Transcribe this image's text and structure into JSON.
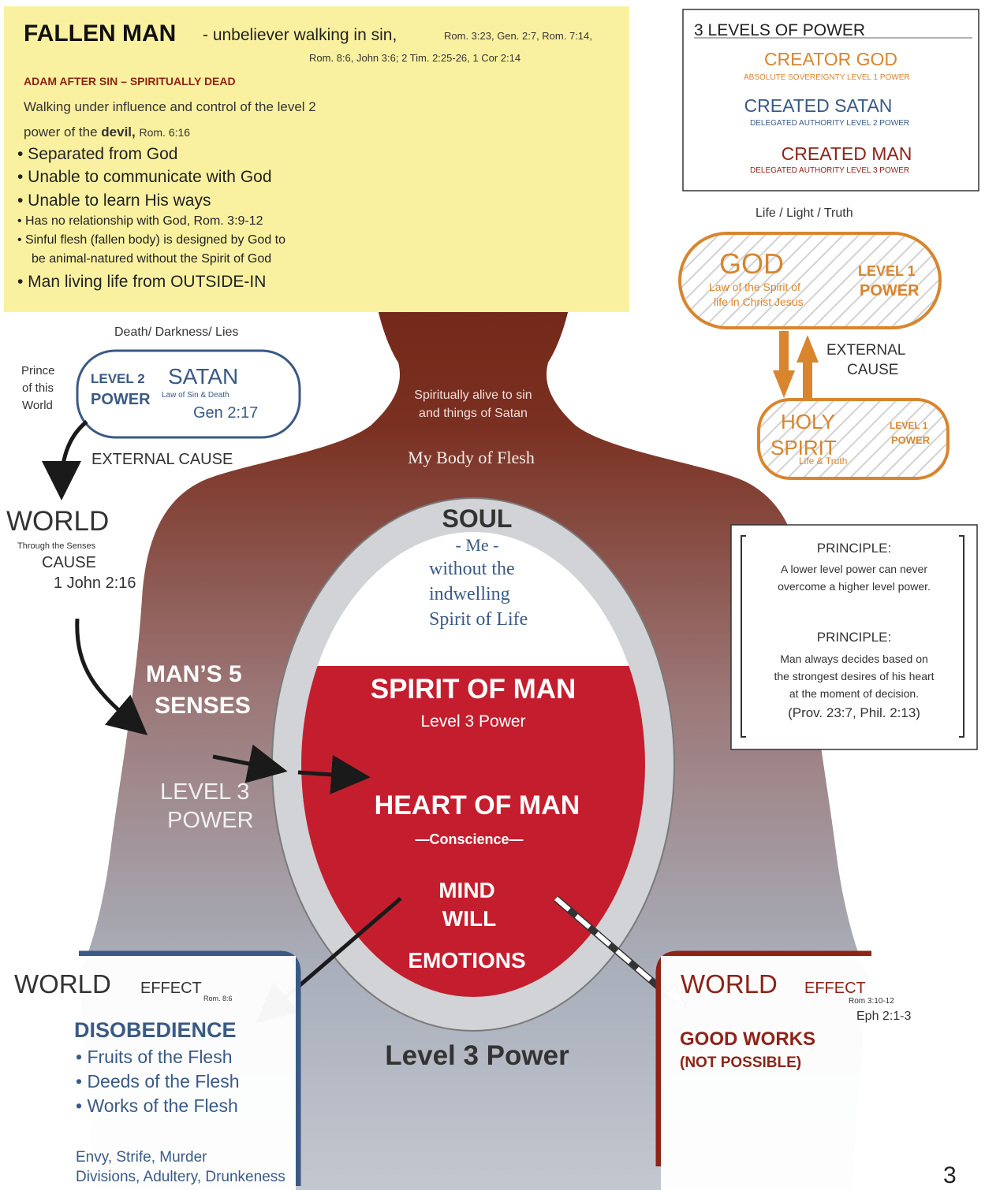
{
  "fallen": {
    "title": "FALLEN MAN",
    "subtitle": "- unbeliever walking in sin,",
    "refs1": "Rom. 3:23, Gen. 2:7, Rom. 7:14,",
    "refs2": "Rom. 8:6, John 3:6; 2 Tim. 2:25-26, 1 Cor 2:14",
    "adam": "ADAM AFTER SIN – SPIRITUALLY DEAD",
    "walking1": "Walking under influence and control of the level 2",
    "walking2a": "power of the ",
    "walking2b": "devil,",
    "walking2c": "Rom. 6:16",
    "bullets": [
      "• Separated from God",
      "• Unable to communicate with God",
      "• Unable to learn His ways",
      "• Has no relationship with God, Rom. 3:9-12",
      "• Sinful flesh (fallen body) is designed by God to",
      "be animal-natured without the Spirit of God",
      "• Man living life from OUTSIDE-IN"
    ]
  },
  "levels": {
    "title": "3 LEVELS OF POWER",
    "creator": "CREATOR GOD",
    "creator_sub": "ABSOLUTE SOVEREIGNTY LEVEL 1 POWER",
    "satan": "CREATED SATAN",
    "satan_sub": "DELEGATED AUTHORITY LEVEL 2 POWER",
    "man": "CREATED MAN",
    "man_sub": "DELEGATED AUTHORITY LEVEL 3 POWER"
  },
  "god": {
    "top": "Life / Light / Truth",
    "name": "GOD",
    "law1": "Law of the Spirit of",
    "law2": "life in Christ Jesus",
    "level1": "LEVEL 1",
    "level2": "POWER",
    "ext1": "EXTERNAL",
    "ext2": "CAUSE",
    "holy1": "HOLY",
    "holy2": "SPIRIT",
    "holy_sub": "Life & Truth",
    "holy_lv1": "LEVEL 1",
    "holy_lv2": "POWER"
  },
  "satan": {
    "top": "Death/ Darkness/ Lies",
    "prince1": "Prince",
    "prince2": "of this",
    "prince3": "World",
    "level": "LEVEL 2",
    "power": "POWER",
    "name": "SATAN",
    "law": "Law of Sin & Death",
    "gen": "Gen 2:17",
    "ext": "EXTERNAL CAUSE"
  },
  "world_cause": {
    "world": "WORLD",
    "through": "Through the Senses",
    "cause": "CAUSE",
    "ref": "1 John 2:16"
  },
  "body": {
    "alive1": "Spiritually alive to sin",
    "alive2": "and things of Satan",
    "flesh": "My Body of Flesh",
    "senses1": "MAN’S 5",
    "senses2": "SENSES",
    "lv3a": "LEVEL 3",
    "lv3b": "POWER",
    "level3": "Level 3 Power"
  },
  "soul": {
    "title": "SOUL",
    "me": "- Me -",
    "l1": "without the",
    "l2": "indwelling",
    "l3": "Spirit of Life",
    "spirit": "SPIRIT OF MAN",
    "spirit_sub": "Level 3 Power",
    "heart": "HEART OF MAN",
    "conscience": "—Conscience—",
    "mind": "MIND",
    "will": "WILL",
    "emotions": "EMOTIONS"
  },
  "principles": {
    "p1_title": "PRINCIPLE:",
    "p1_l1": "A lower level power can never",
    "p1_l2": "overcome a higher level power.",
    "p2_title": "PRINCIPLE:",
    "p2_l1": "Man always decides based on",
    "p2_l2": "the strongest desires of his heart",
    "p2_l3": "at the moment of decision.",
    "p2_l4": "(Prov. 23:7, Phil. 2:13)"
  },
  "effect_left": {
    "world": "WORLD",
    "effect": "EFFECT",
    "ref": "Rom. 8:6",
    "disobedience": "DISOBEDIENCE",
    "b1": "• Fruits of the Flesh",
    "b2": "• Deeds of the Flesh",
    "b3": "• Works of the Flesh",
    "list1": "Envy, Strife, Murder",
    "list2": "Divisions, Adultery, Drunkeness"
  },
  "effect_right": {
    "world": "WORLD",
    "effect": "EFFECT",
    "ref1": "Rom 3:10-12",
    "ref2": "Eph 2:1-3",
    "good": "GOOD WORKS",
    "notpossible": "(NOT POSSIBLE)"
  },
  "page_number": "3",
  "colors": {
    "yellow": "#faf1a0",
    "body_top": "#6e1d10",
    "body_bottom": "#b7bcc6",
    "soul_red": "#c41e2e",
    "orange": "#d8852e",
    "blue": "#3a5a85",
    "darkred": "#8e2318"
  }
}
